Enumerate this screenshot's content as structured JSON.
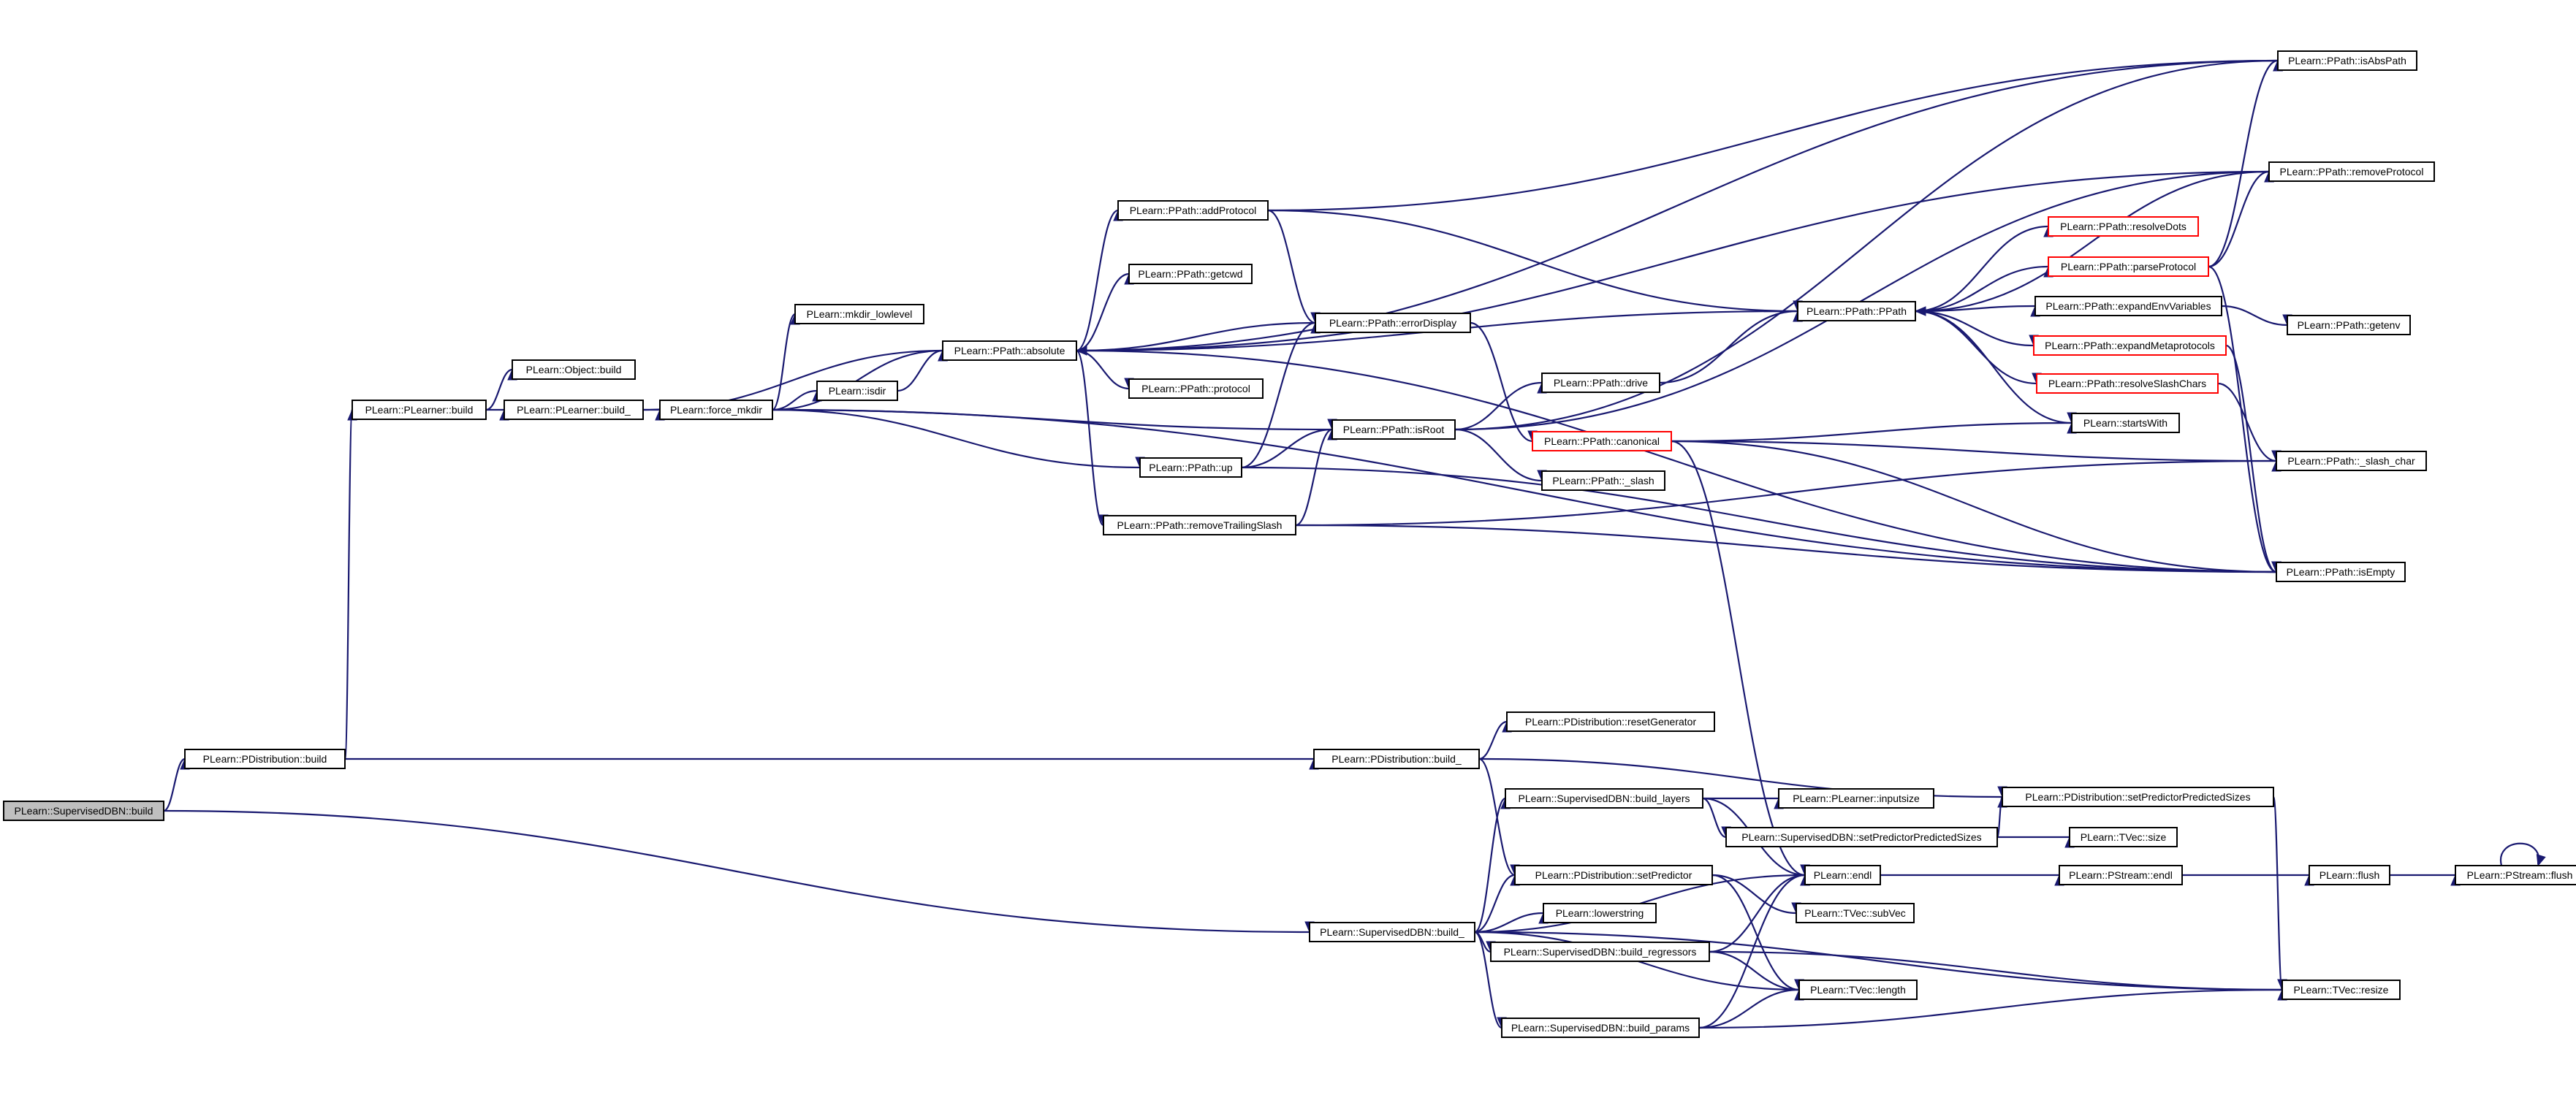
{
  "graph": {
    "nodes": [
      {
        "id": "n_sdbn_build",
        "label": "PLearn::SupervisedDBN::build",
        "style": "root"
      },
      {
        "id": "n_pdist_build",
        "label": "PLearn::PDistribution::build",
        "style": "normal"
      },
      {
        "id": "n_plearner_build",
        "label": "PLearn::PLearner::build",
        "style": "normal"
      },
      {
        "id": "n_object_build",
        "label": "PLearn::Object::build",
        "style": "normal"
      },
      {
        "id": "n_plearner_build_",
        "label": "PLearn::PLearner::build_",
        "style": "normal"
      },
      {
        "id": "n_force_mkdir",
        "label": "PLearn::force_mkdir",
        "style": "normal"
      },
      {
        "id": "n_mkdir_lowlevel",
        "label": "PLearn::mkdir_lowlevel",
        "style": "normal"
      },
      {
        "id": "n_isdir",
        "label": "PLearn::isdir",
        "style": "normal"
      },
      {
        "id": "n_absolute",
        "label": "PLearn::PPath::absolute",
        "style": "normal"
      },
      {
        "id": "n_addProtocol",
        "label": "PLearn::PPath::addProtocol",
        "style": "normal"
      },
      {
        "id": "n_getcwd",
        "label": "PLearn::PPath::getcwd",
        "style": "normal"
      },
      {
        "id": "n_protocol",
        "label": "PLearn::PPath::protocol",
        "style": "normal"
      },
      {
        "id": "n_errorDisplay",
        "label": "PLearn::PPath::errorDisplay",
        "style": "normal"
      },
      {
        "id": "n_up",
        "label": "PLearn::PPath::up",
        "style": "normal"
      },
      {
        "id": "n_removeTrailingSlash",
        "label": "PLearn::PPath::removeTrailingSlash",
        "style": "normal"
      },
      {
        "id": "n_isRoot",
        "label": "PLearn::PPath::isRoot",
        "style": "normal"
      },
      {
        "id": "n_drive",
        "label": "PLearn::PPath::drive",
        "style": "normal"
      },
      {
        "id": "n_canonical",
        "label": "PLearn::PPath::canonical",
        "style": "red"
      },
      {
        "id": "n_slash",
        "label": "PLearn::PPath::_slash",
        "style": "normal"
      },
      {
        "id": "n_PPath",
        "label": "PLearn::PPath::PPath",
        "style": "normal"
      },
      {
        "id": "n_resolveDots",
        "label": "PLearn::PPath::resolveDots",
        "style": "red"
      },
      {
        "id": "n_parseProtocol",
        "label": "PLearn::PPath::parseProtocol",
        "style": "red"
      },
      {
        "id": "n_expandEnvVariables",
        "label": "PLearn::PPath::expandEnvVariables",
        "style": "normal"
      },
      {
        "id": "n_expandMetaprotocols",
        "label": "PLearn::PPath::expandMetaprotocols",
        "style": "red"
      },
      {
        "id": "n_resolveSlashChars",
        "label": "PLearn::PPath::resolveSlashChars",
        "style": "red"
      },
      {
        "id": "n_startsWith",
        "label": "PLearn::startsWith",
        "style": "normal"
      },
      {
        "id": "n_isAbsPath",
        "label": "PLearn::PPath::isAbsPath",
        "style": "normal"
      },
      {
        "id": "n_removeProtocol",
        "label": "PLearn::PPath::removeProtocol",
        "style": "normal"
      },
      {
        "id": "n_getenv",
        "label": "PLearn::PPath::getenv",
        "style": "normal"
      },
      {
        "id": "n_slash_char",
        "label": "PLearn::PPath::_slash_char",
        "style": "normal"
      },
      {
        "id": "n_isEmpty",
        "label": "PLearn::PPath::isEmpty",
        "style": "normal"
      },
      {
        "id": "n_pdist_build_",
        "label": "PLearn::PDistribution::build_",
        "style": "normal"
      },
      {
        "id": "n_resetGenerator",
        "label": "PLearn::PDistribution::resetGenerator",
        "style": "normal"
      },
      {
        "id": "n_setPredictorPredictedSizes_pd",
        "label": "PLearn::PDistribution::setPredictorPredictedSizes",
        "style": "normal"
      },
      {
        "id": "n_build_layers",
        "label": "PLearn::SupervisedDBN::build_layers",
        "style": "normal"
      },
      {
        "id": "n_inputsize",
        "label": "PLearn::PLearner::inputsize",
        "style": "normal"
      },
      {
        "id": "n_setPredictorPredictedSizes_sd",
        "label": "PLearn::SupervisedDBN::setPredictorPredictedSizes",
        "style": "normal"
      },
      {
        "id": "n_tvec_size",
        "label": "PLearn::TVec::size",
        "style": "normal"
      },
      {
        "id": "n_setPredictor",
        "label": "PLearn::PDistribution::setPredictor",
        "style": "normal"
      },
      {
        "id": "n_endl",
        "label": "PLearn::endl",
        "style": "normal"
      },
      {
        "id": "n_pstream_endl",
        "label": "PLearn::PStream::endl",
        "style": "normal"
      },
      {
        "id": "n_flush",
        "label": "PLearn::flush",
        "style": "normal"
      },
      {
        "id": "n_pstream_flush",
        "label": "PLearn::PStream::flush",
        "style": "normal"
      },
      {
        "id": "n_subVec",
        "label": "PLearn::TVec::subVec",
        "style": "normal"
      },
      {
        "id": "n_sdbn_build_",
        "label": "PLearn::SupervisedDBN::build_",
        "style": "normal"
      },
      {
        "id": "n_lowerstring",
        "label": "PLearn::lowerstring",
        "style": "normal"
      },
      {
        "id": "n_build_regressors",
        "label": "PLearn::SupervisedDBN::build_regressors",
        "style": "normal"
      },
      {
        "id": "n_tvec_length",
        "label": "PLearn::TVec::length",
        "style": "normal"
      },
      {
        "id": "n_tvec_resize",
        "label": "PLearn::TVec::resize",
        "style": "normal"
      },
      {
        "id": "n_build_params",
        "label": "PLearn::SupervisedDBN::build_params",
        "style": "normal"
      }
    ],
    "edges": [
      [
        "n_sdbn_build",
        "n_pdist_build"
      ],
      [
        "n_sdbn_build",
        "n_sdbn_build_"
      ],
      [
        "n_pdist_build",
        "n_plearner_build"
      ],
      [
        "n_pdist_build",
        "n_pdist_build_"
      ],
      [
        "n_plearner_build",
        "n_object_build"
      ],
      [
        "n_plearner_build",
        "n_plearner_build_"
      ],
      [
        "n_plearner_build_",
        "n_force_mkdir"
      ],
      [
        "n_plearner_build_",
        "n_absolute"
      ],
      [
        "n_force_mkdir",
        "n_mkdir_lowlevel"
      ],
      [
        "n_force_mkdir",
        "n_isdir"
      ],
      [
        "n_force_mkdir",
        "n_absolute"
      ],
      [
        "n_force_mkdir",
        "n_isRoot"
      ],
      [
        "n_force_mkdir",
        "n_up"
      ],
      [
        "n_force_mkdir",
        "n_isEmpty"
      ],
      [
        "n_isdir",
        "n_absolute"
      ],
      [
        "n_absolute",
        "n_addProtocol"
      ],
      [
        "n_absolute",
        "n_getcwd"
      ],
      [
        "n_absolute",
        "n_protocol"
      ],
      [
        "n_absolute",
        "n_PPath"
      ],
      [
        "n_absolute",
        "n_isAbsPath"
      ],
      [
        "n_absolute",
        "n_removeProtocol"
      ],
      [
        "n_absolute",
        "n_removeTrailingSlash"
      ],
      [
        "n_absolute",
        "n_isEmpty"
      ],
      [
        "n_addProtocol",
        "n_isAbsPath"
      ],
      [
        "n_addProtocol",
        "n_PPath"
      ],
      [
        "n_addProtocol",
        "n_errorDisplay"
      ],
      [
        "n_errorDisplay",
        "n_absolute"
      ],
      [
        "n_errorDisplay",
        "n_canonical"
      ],
      [
        "n_up",
        "n_errorDisplay"
      ],
      [
        "n_up",
        "n_isRoot"
      ],
      [
        "n_up",
        "n_isEmpty"
      ],
      [
        "n_removeTrailingSlash",
        "n_isRoot"
      ],
      [
        "n_removeTrailingSlash",
        "n_slash_char"
      ],
      [
        "n_removeTrailingSlash",
        "n_isEmpty"
      ],
      [
        "n_isRoot",
        "n_drive"
      ],
      [
        "n_isRoot",
        "n_slash"
      ],
      [
        "n_isRoot",
        "n_isAbsPath"
      ],
      [
        "n_isRoot",
        "n_removeProtocol"
      ],
      [
        "n_drive",
        "n_PPath"
      ],
      [
        "n_canonical",
        "n_startsWith"
      ],
      [
        "n_canonical",
        "n_slash_char"
      ],
      [
        "n_canonical",
        "n_isEmpty"
      ],
      [
        "n_canonical",
        "n_endl"
      ],
      [
        "n_PPath",
        "n_resolveDots"
      ],
      [
        "n_PPath",
        "n_parseProtocol"
      ],
      [
        "n_PPath",
        "n_expandEnvVariables"
      ],
      [
        "n_PPath",
        "n_expandMetaprotocols"
      ],
      [
        "n_PPath",
        "n_resolveSlashChars"
      ],
      [
        "n_PPath",
        "n_startsWith"
      ],
      [
        "n_parseProtocol",
        "n_isAbsPath"
      ],
      [
        "n_parseProtocol",
        "n_removeProtocol"
      ],
      [
        "n_parseProtocol",
        "n_isEmpty"
      ],
      [
        "n_removeProtocol",
        "n_PPath"
      ],
      [
        "n_expandEnvVariables",
        "n_getenv"
      ],
      [
        "n_expandMetaprotocols",
        "n_isEmpty"
      ],
      [
        "n_resolveSlashChars",
        "n_slash_char"
      ],
      [
        "n_pdist_build_",
        "n_resetGenerator"
      ],
      [
        "n_pdist_build_",
        "n_setPredictorPredictedSizes_pd"
      ],
      [
        "n_pdist_build_",
        "n_setPredictor"
      ],
      [
        "n_setPredictorPredictedSizes_pd",
        "n_tvec_resize"
      ],
      [
        "n_setPredictor",
        "n_subVec"
      ],
      [
        "n_setPredictor",
        "n_tvec_length"
      ],
      [
        "n_sdbn_build_",
        "n_build_layers"
      ],
      [
        "n_sdbn_build_",
        "n_setPredictor"
      ],
      [
        "n_sdbn_build_",
        "n_lowerstring"
      ],
      [
        "n_sdbn_build_",
        "n_build_regressors"
      ],
      [
        "n_sdbn_build_",
        "n_tvec_length"
      ],
      [
        "n_sdbn_build_",
        "n_build_params"
      ],
      [
        "n_sdbn_build_",
        "n_tvec_resize"
      ],
      [
        "n_sdbn_build_",
        "n_endl"
      ],
      [
        "n_build_layers",
        "n_inputsize"
      ],
      [
        "n_build_layers",
        "n_setPredictorPredictedSizes_sd"
      ],
      [
        "n_build_layers",
        "n_endl"
      ],
      [
        "n_setPredictorPredictedSizes_sd",
        "n_setPredictorPredictedSizes_pd"
      ],
      [
        "n_setPredictorPredictedSizes_sd",
        "n_tvec_size"
      ],
      [
        "n_build_regressors",
        "n_endl"
      ],
      [
        "n_build_regressors",
        "n_tvec_length"
      ],
      [
        "n_build_regressors",
        "n_tvec_resize"
      ],
      [
        "n_build_params",
        "n_endl"
      ],
      [
        "n_build_params",
        "n_tvec_length"
      ],
      [
        "n_build_params",
        "n_tvec_resize"
      ],
      [
        "n_endl",
        "n_pstream_endl"
      ],
      [
        "n_pstream_endl",
        "n_flush"
      ],
      [
        "n_flush",
        "n_pstream_flush"
      ],
      [
        "n_pstream_flush",
        "n_pstream_flush"
      ]
    ]
  },
  "colors": {
    "edge": "#191970",
    "node_border": "#000000",
    "node_border_incomplete": "#ff0000",
    "root_fill": "#bfbfbf"
  }
}
